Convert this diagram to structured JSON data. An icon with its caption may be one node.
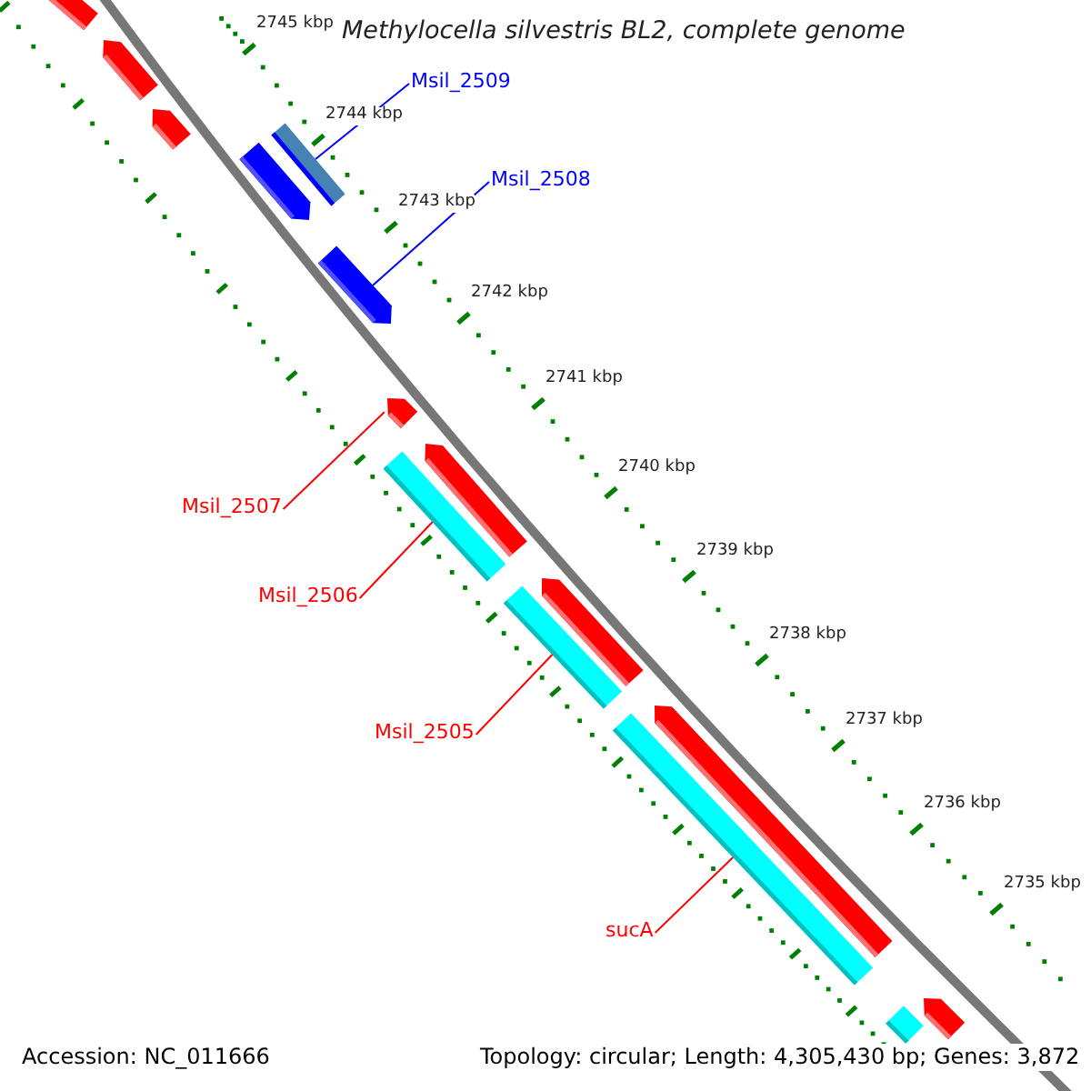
{
  "diagram": {
    "title": "Methylocella silvestris BL2, complete genome",
    "nodes": [
      {
        "text": [
          "Msil_2509"
        ]
      },
      {
        "text": [
          "Msil_2508"
        ]
      },
      {
        "text": [
          "Msil_2507"
        ]
      },
      {
        "text": [
          "Msil_2506"
        ]
      },
      {
        "text": [
          "Msil_2505"
        ]
      },
      {
        "text": [
          "sucA"
        ]
      },
      {
        "text": [],
        "shape": "arrow"
      },
      {
        "text": [],
        "shape": "arrow"
      },
      {
        "text": [],
        "shape": "arrow"
      },
      {
        "text": [],
        "shape": "bar"
      },
      {
        "text": [],
        "shape": "arrow"
      },
      {
        "text": [],
        "shape": "arrow"
      },
      {
        "text": [],
        "shape": "arrow"
      },
      {
        "text": [],
        "shape": "bar"
      },
      {
        "text": [],
        "shape": "arrow"
      },
      {
        "text": [],
        "shape": "bar"
      },
      {
        "text": [],
        "shape": "arrow"
      },
      {
        "text": [],
        "shape": "bar"
      },
      {
        "text": [],
        "shape": "arrow"
      },
      {
        "text": [],
        "shape": "arrow"
      },
      {
        "text": [],
        "shape": "bar"
      }
    ],
    "edges": [
      {
        "from": 0,
        "to": 9,
        "arrow": "none",
        "color": "#0000ff"
      },
      {
        "from": 1,
        "to": 11,
        "arrow": "none",
        "color": "#0000ff"
      },
      {
        "from": 2,
        "to": 12,
        "arrow": "none"
      },
      {
        "from": 3,
        "to": 13,
        "arrow": "none"
      },
      {
        "from": 4,
        "to": 15,
        "arrow": "none"
      },
      {
        "from": 5,
        "to": 17,
        "arrow": "none"
      }
    ],
    "labels": [
      "2745 kbp",
      "2744 kbp",
      "2743 kbp",
      "2742 kbp",
      "2741 kbp",
      "2740 kbp",
      "2739 kbp",
      "2738 kbp",
      "2737 kbp",
      "2736 kbp",
      "2735 kbp",
      "Accession: NC_011666",
      "Topology: circular; Length: 4,305,430 bp; Genes: 3,872"
    ]
  }
}
